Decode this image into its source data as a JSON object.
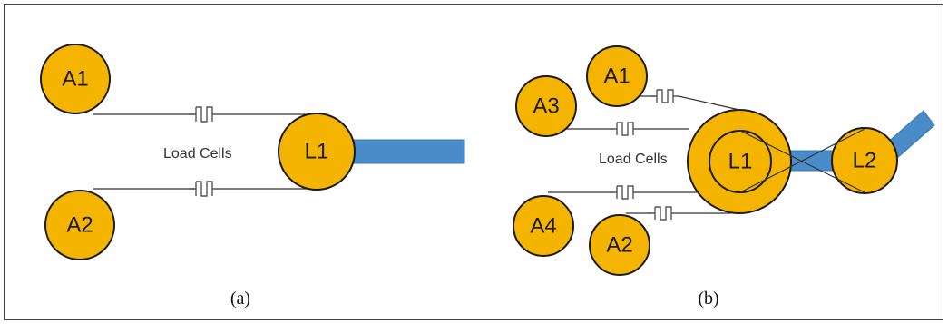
{
  "panel_a": {
    "caption": "(a)",
    "nodes": {
      "a1": "A1",
      "a2": "A2",
      "l1": "L1"
    },
    "load_cells_label": "Load Cells"
  },
  "panel_b": {
    "caption": "(b)",
    "nodes": {
      "a1": "A1",
      "a2": "A2",
      "a3": "A3",
      "a4": "A4",
      "l1": "L1",
      "l2": "L2"
    },
    "load_cells_label": "Load Cells"
  },
  "colors": {
    "node": "#f5b400",
    "bar": "#4a8cc9",
    "outline": "#1a1a1a"
  }
}
